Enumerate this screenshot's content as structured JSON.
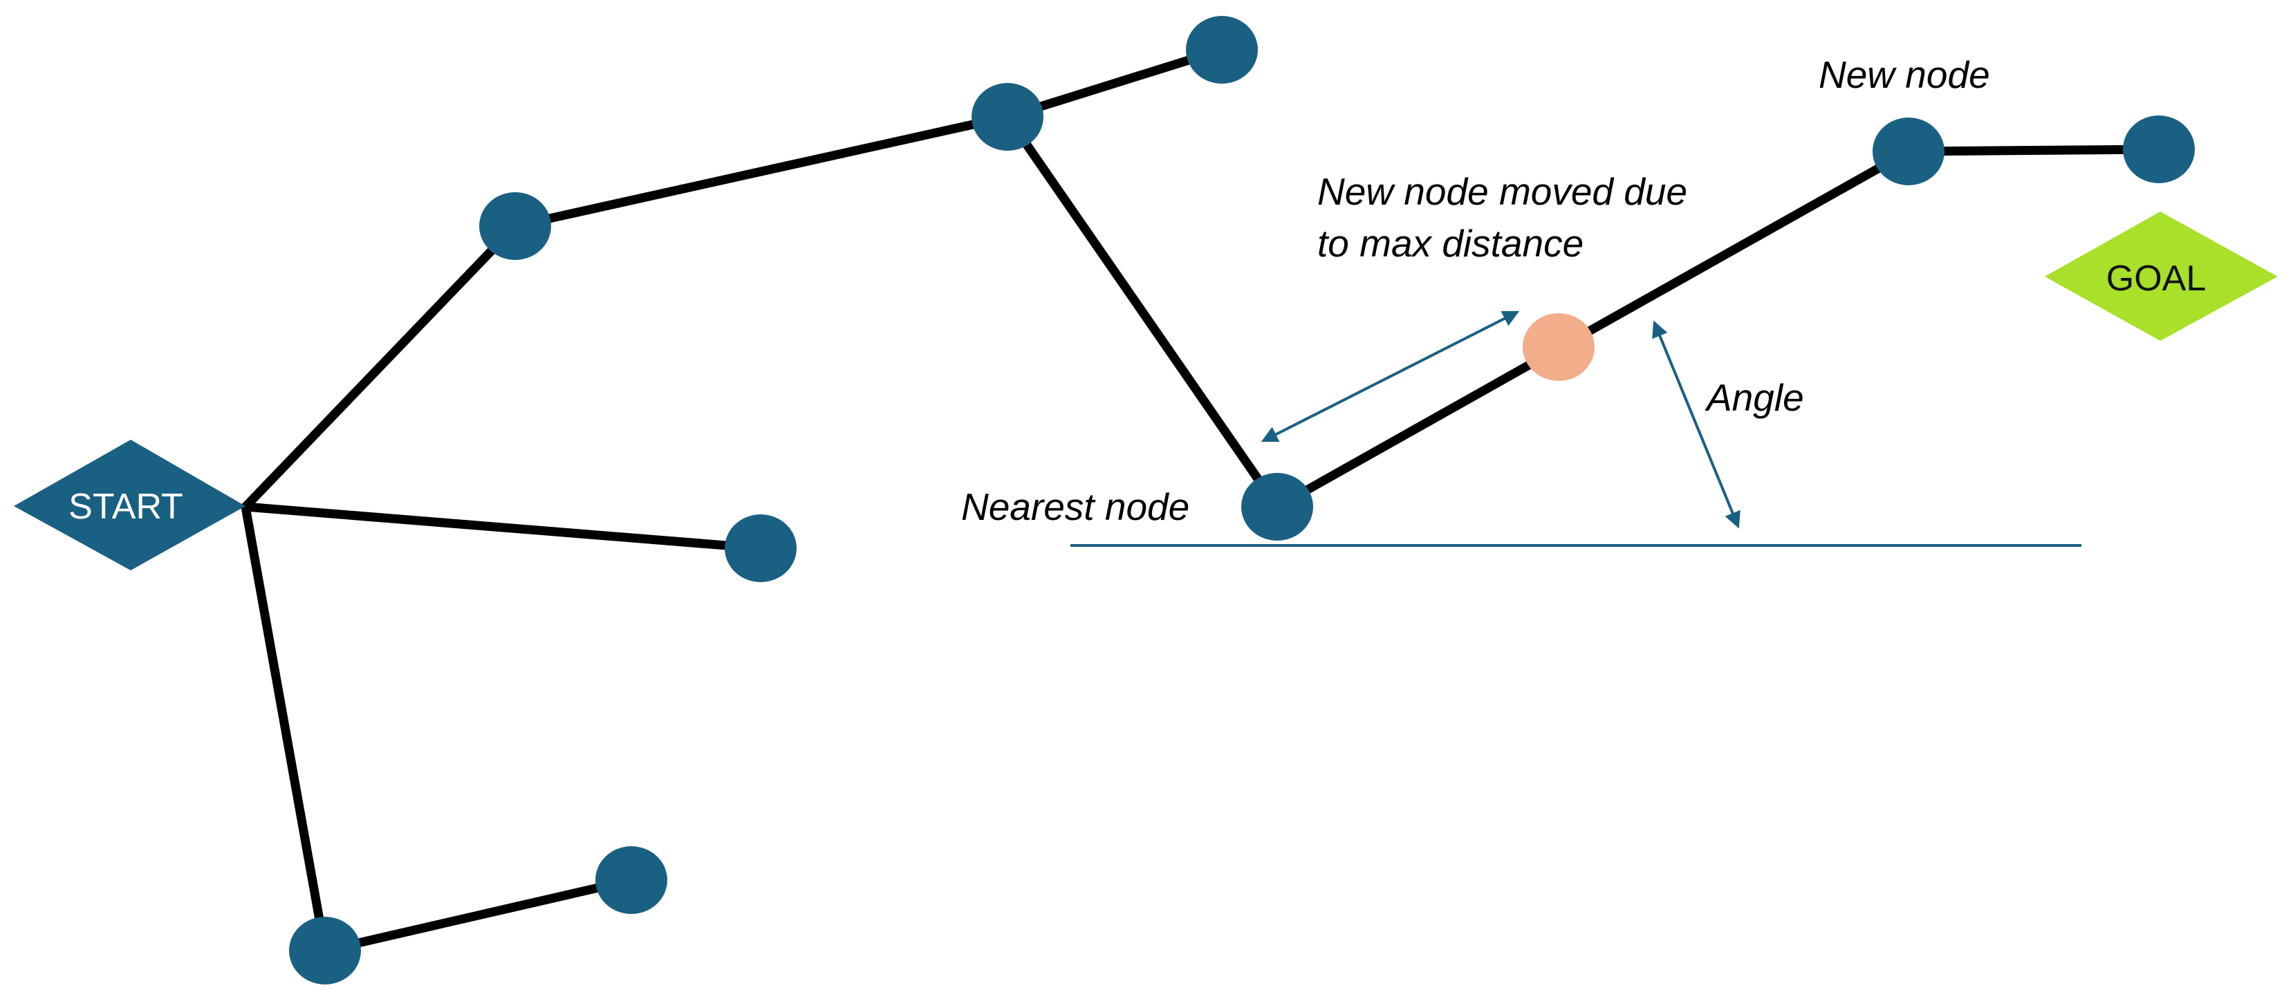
{
  "diagram": {
    "start_label": "START",
    "goal_label": "GOAL",
    "annotations": {
      "new_node": "New node",
      "moved_line1": "New node moved due",
      "moved_line2": "to max distance",
      "angle": "Angle",
      "nearest_node": "Nearest node"
    },
    "colors": {
      "node": "#1a6082",
      "start_shape": "#1a6082",
      "goal_shape": "#a8e02a",
      "moved_node": "#f2ad8a",
      "edge": "#000000",
      "arrow": "#1a6082"
    }
  }
}
